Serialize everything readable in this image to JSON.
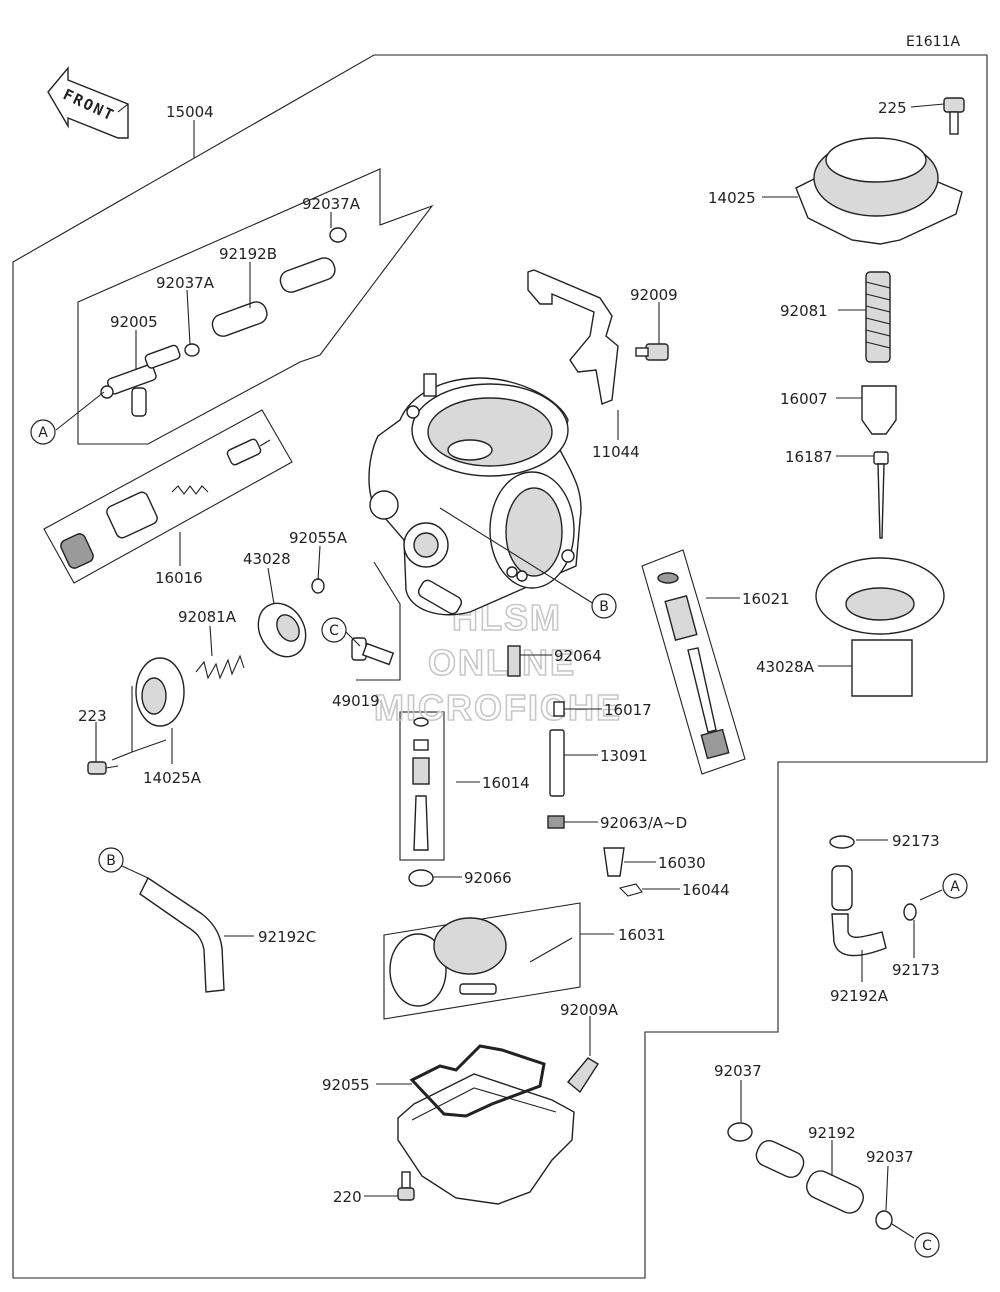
{
  "diagram_code": "E1611A",
  "front_label": "FRONT",
  "watermark": [
    "HLSM",
    "ONLINE",
    "MICROFICHE"
  ],
  "callouts": {
    "c15004": "15004",
    "c92037A_top": "92037A",
    "c92192B": "92192B",
    "c92037A_mid": "92037A",
    "c92005": "92005",
    "c16016": "16016",
    "c43028": "43028",
    "c92055A": "92055A",
    "c92081A": "92081A",
    "c223": "223",
    "c14025A": "14025A",
    "c49019": "49019",
    "c92009": "92009",
    "c11044": "11044",
    "c225": "225",
    "c14025": "14025",
    "c92081": "92081",
    "c16007": "16007",
    "c16187": "16187",
    "c16021": "16021",
    "c43028A": "43028A",
    "c92064": "92064",
    "c16017": "16017",
    "c13091": "13091",
    "c16014": "16014",
    "c92063": "92063/A~D",
    "c16030": "16030",
    "c16044": "16044",
    "c92066": "92066",
    "c92192C": "92192C",
    "c16031": "16031",
    "c92009A": "92009A",
    "c92055": "92055",
    "c220": "220",
    "c92173_top": "92173",
    "c92173_bot": "92173",
    "c92192A": "92192A",
    "c92037_left": "92037",
    "c92192": "92192",
    "c92037_right": "92037"
  },
  "refs": {
    "A_left": "A",
    "A_right": "A",
    "B_body": "B",
    "B_hose": "B",
    "C_body": "C",
    "C_bottom": "C"
  }
}
